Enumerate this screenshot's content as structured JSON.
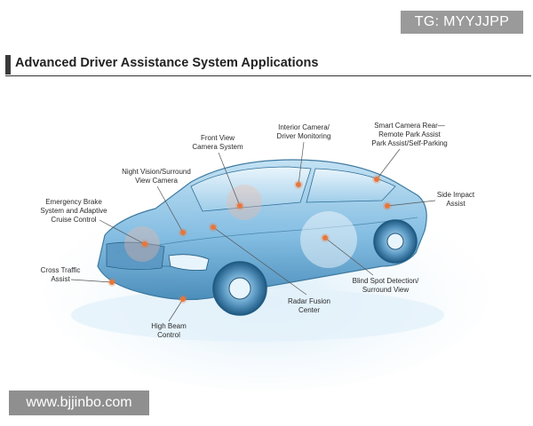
{
  "watermarks": {
    "top_right": "TG: MYYJJPP",
    "bottom_left": "www.bjjinbo.com"
  },
  "header": {
    "title": "Advanced Driver Assistance System Applications"
  },
  "colors": {
    "accent_orange": "#e8763b",
    "car_blue": "#7ab8e0",
    "car_dark": "#2f6f99"
  },
  "features": {
    "front_view": "Front View\nCamera System",
    "interior": "Interior Camera/\nDriver Monitoring",
    "smart_camera_rear": "Smart Camera Rear—\nRemote Park Assist\nPark Assist/Self-Parking",
    "night_vision": "Night Vision/Surround\nView Camera",
    "side_impact": "Side Impact\nAssist",
    "emergency_brake": "Emergency Brake\nSystem and Adaptive\nCruise Control",
    "cross_traffic": "Cross Traffic\nAssist",
    "blind_spot": "Blind Spot Detection/\nSurround View",
    "radar_fusion": "Radar Fusion\nCenter",
    "high_beam": "High Beam\nControl"
  }
}
